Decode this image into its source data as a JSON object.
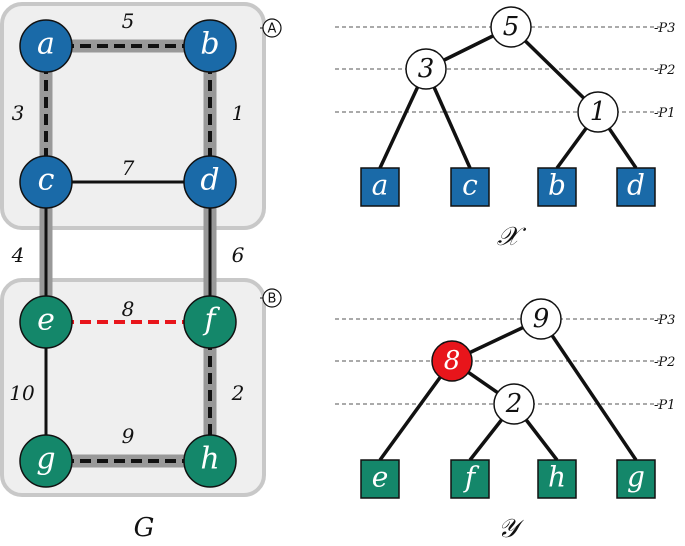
{
  "graph": {
    "caption": "G",
    "region_labels": {
      "a": "A",
      "b": "B"
    },
    "nodes": [
      {
        "id": "a",
        "label": "a",
        "group": "blue"
      },
      {
        "id": "b",
        "label": "b",
        "group": "blue"
      },
      {
        "id": "c",
        "label": "c",
        "group": "blue"
      },
      {
        "id": "d",
        "label": "d",
        "group": "blue"
      },
      {
        "id": "e",
        "label": "e",
        "group": "green"
      },
      {
        "id": "f",
        "label": "f",
        "group": "green"
      },
      {
        "id": "g",
        "label": "g",
        "group": "green"
      },
      {
        "id": "h",
        "label": "h",
        "group": "green"
      }
    ],
    "edges": [
      {
        "from": "a",
        "to": "b",
        "weight": "5",
        "style": "dashed"
      },
      {
        "from": "a",
        "to": "c",
        "weight": "3",
        "style": "dashed"
      },
      {
        "from": "b",
        "to": "d",
        "weight": "1",
        "style": "dashed"
      },
      {
        "from": "c",
        "to": "d",
        "weight": "7",
        "style": "solid"
      },
      {
        "from": "c",
        "to": "e",
        "weight": "4",
        "style": "solid"
      },
      {
        "from": "d",
        "to": "f",
        "weight": "6",
        "style": "solid"
      },
      {
        "from": "e",
        "to": "f",
        "weight": "8",
        "style": "dashed-red"
      },
      {
        "from": "e",
        "to": "g",
        "weight": "10",
        "style": "solid"
      },
      {
        "from": "f",
        "to": "h",
        "weight": "2",
        "style": "dashed"
      },
      {
        "from": "g",
        "to": "h",
        "weight": "9",
        "style": "dashed"
      }
    ]
  },
  "tree_x": {
    "caption": "𝒳",
    "internal": [
      "5",
      "3",
      "1"
    ],
    "leaves": [
      "a",
      "c",
      "b",
      "d"
    ],
    "levels": [
      "P3",
      "P2",
      "P1"
    ]
  },
  "tree_y": {
    "caption": "𝒴",
    "internal": [
      "9",
      "8",
      "2"
    ],
    "leaves": [
      "e",
      "f",
      "h",
      "g"
    ],
    "levels": [
      "P3",
      "P2",
      "P1"
    ]
  },
  "colors": {
    "blue": "#1a6aa8",
    "green": "#14876a",
    "highlight": "#e8151b",
    "region_bg": "#efefef",
    "region_border": "#c8c8c8",
    "path_gray": "#999999"
  }
}
